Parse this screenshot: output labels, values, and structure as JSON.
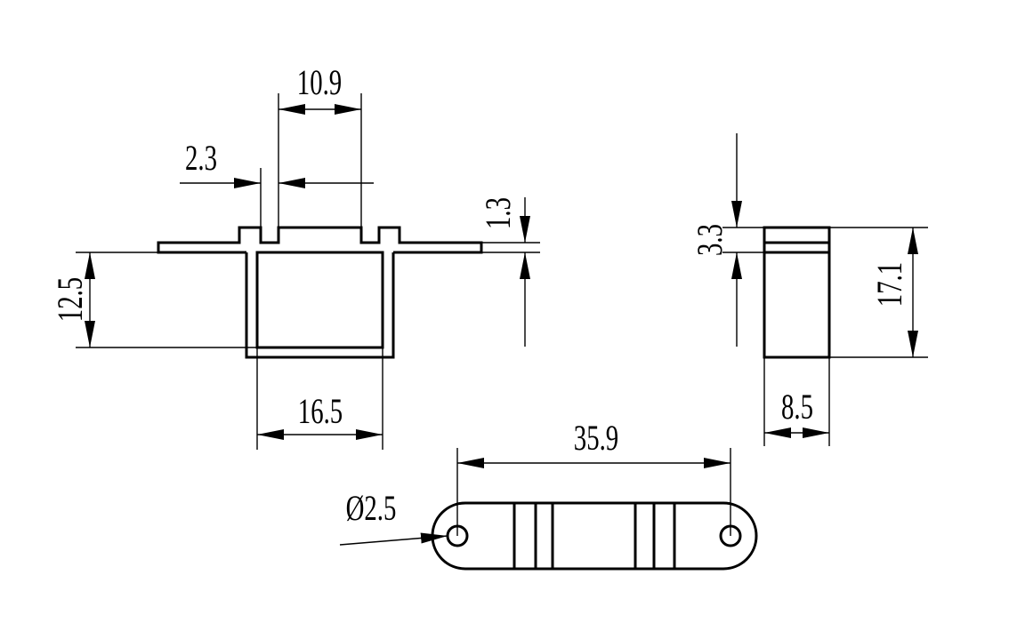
{
  "drawing": {
    "views": [
      "front-view",
      "side-view",
      "top-view"
    ],
    "dimensions": {
      "tab_gap": "10.9",
      "slot_width": "2.3",
      "flange_thickness": "1.3",
      "body_height": "12.5",
      "body_width": "16.5",
      "side_step": "3.3",
      "total_height": "17.1",
      "depth": "8.5",
      "hole_spacing": "35.9",
      "hole_diameter": "Ø2.5"
    },
    "colors": {
      "line": "#000000",
      "background": "#ffffff"
    }
  }
}
